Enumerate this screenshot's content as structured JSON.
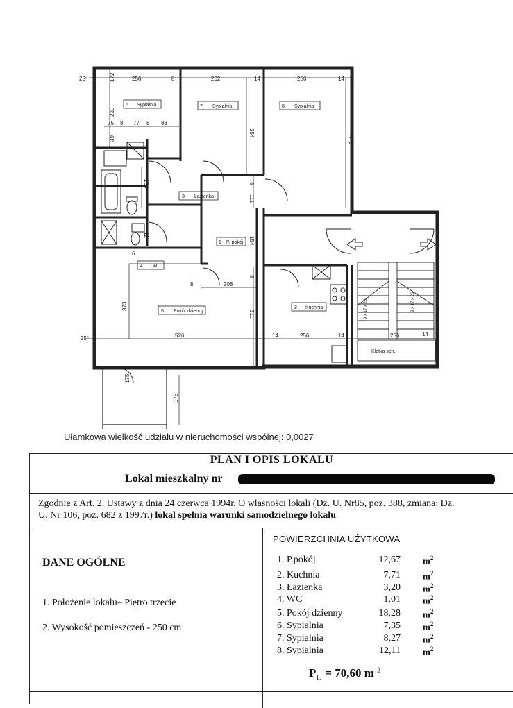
{
  "plan": {
    "rooms": [
      {
        "no": "6",
        "name": "Sypialnia"
      },
      {
        "no": "7",
        "name": "Sypialnia"
      },
      {
        "no": "8",
        "name": "Sypialnia"
      },
      {
        "no": "3",
        "name": "Łazienka"
      },
      {
        "no": "1",
        "name": "P. pokój"
      },
      {
        "no": "4",
        "name": "WC"
      },
      {
        "no": "5",
        "name": "Pokój dzienny"
      },
      {
        "no": "2",
        "name": "Kuchnia"
      }
    ],
    "stair_label": "Klatka sch.",
    "stair_steps_left": "9 x 17 x 26",
    "stair_steps_right": "9 x 17 x 26",
    "dims": {
      "d256a": "256",
      "d262": "262",
      "d256b": "256",
      "d14a": "14",
      "d14b": "14",
      "d8a": "8",
      "d255a": "25⁵",
      "d172": "172",
      "d230": "230",
      "d75": "75",
      "d8b": "8",
      "d77": "77",
      "d8c": "8",
      "d88": "88",
      "d39": "39",
      "d354": "354",
      "d473": "473",
      "d164": "164",
      "d8d": "8",
      "d111": "111",
      "d154": "154",
      "d102": "102",
      "d8e": "8",
      "d208": "208",
      "d8f": "8",
      "d373": "373",
      "d311": "311",
      "d255b": "25⁵",
      "d526": "526",
      "d14c": "14",
      "d256c": "256",
      "d14d": "14",
      "d256d": "256",
      "d14e": "14",
      "d175": "175",
      "d176": "176",
      "d6": "6",
      "d12": "12"
    }
  },
  "share_text": "Ułamkowa wielkość udziału w nieruchomości wspólnej: 0,0027",
  "sheet": {
    "title": "PLAN I OPIS LOKALU",
    "subtitle": "Lokal mieszkalny nr",
    "law_line1": "Zgodnie z Art. 2. Ustawy z dnia 24 czerwca 1994r. O własności lokali (Dz. U. Nr85, poz. 388, zmiana: Dz.",
    "law_line2_a": "U. Nr 106, poz. 682 z 1997r.)",
    "law_line2_b": "lokal spełnia warunki samodzielnego lokalu",
    "general_header": "DANE OGÓLNE",
    "general_items": [
      "1.  Położenie lokalu– Piętro trzecie",
      "2.  Wysokość pomieszczeń -  250  cm"
    ],
    "area_header": "POWIERZCHNIA UŻYTKOWA",
    "areas": [
      {
        "name": "1. P.pokój",
        "value": "12,67",
        "unit": "m"
      },
      {
        "name": "2. Kuchnia",
        "value": "7,71",
        "unit": "m"
      },
      {
        "name": "3. Łazienka",
        "value": "3,20",
        "unit": "m"
      },
      {
        "name": "4. WC",
        "value": "1,01",
        "unit": "m"
      },
      {
        "name": "5. Pokój dzienny",
        "value": "18,28",
        "unit": "m"
      },
      {
        "name": "6. Sypialnia",
        "value": "7,35",
        "unit": "m"
      },
      {
        "name": "7. Sypialnia",
        "value": "8,27",
        "unit": "m"
      },
      {
        "name": "8. Sypialnia",
        "value": "12,11",
        "unit": "m"
      }
    ],
    "unit_sup": "2",
    "total_p": "P",
    "total_sub": "U",
    "total_value": "=  70,60 m",
    "total_sup": "2"
  }
}
